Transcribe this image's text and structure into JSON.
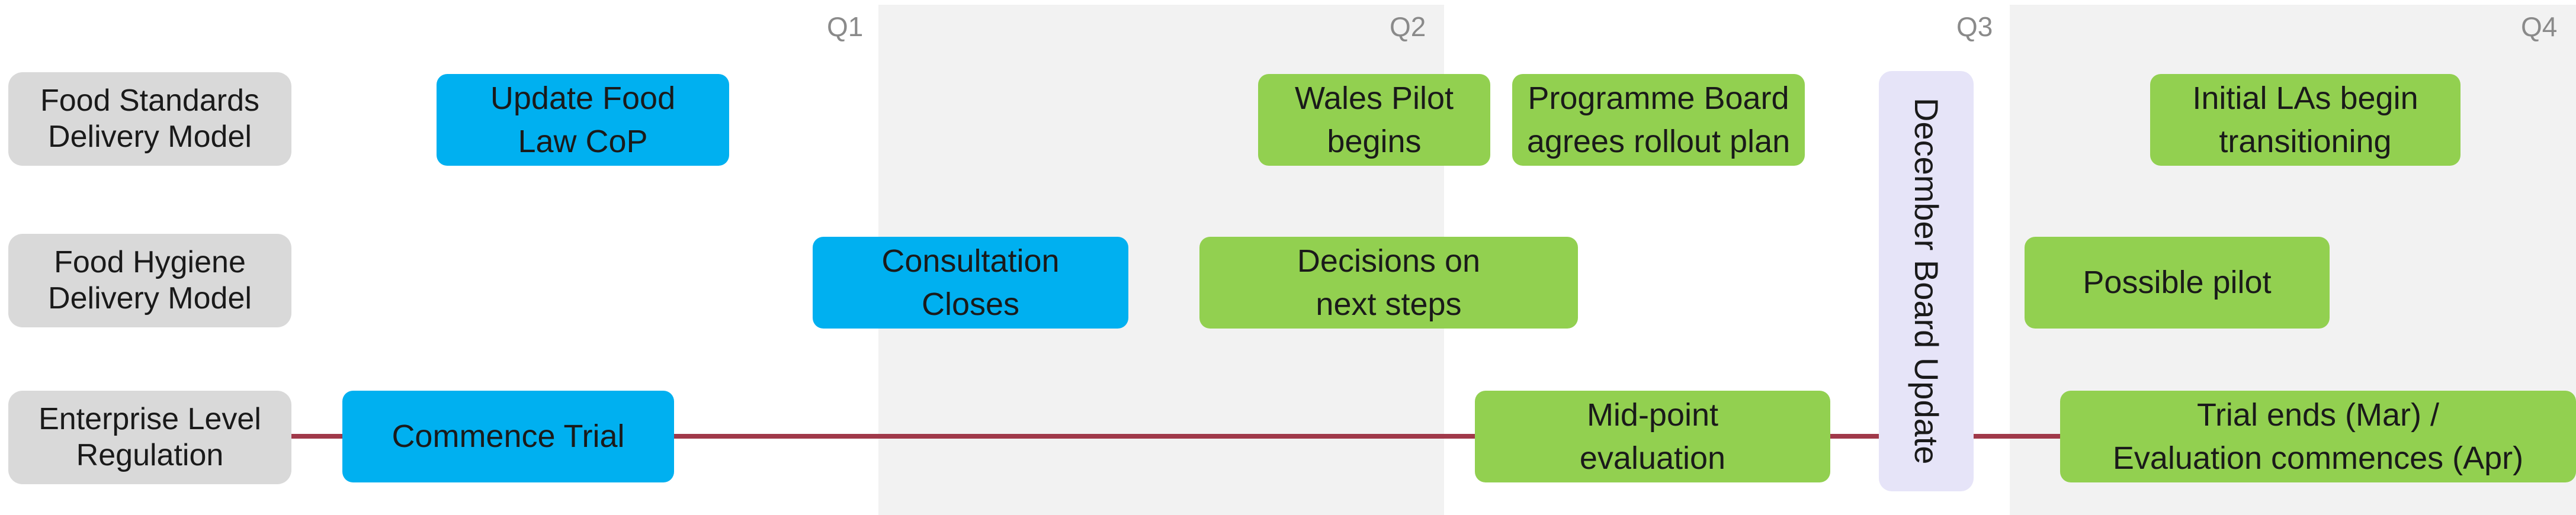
{
  "quarters": [
    "Q1",
    "Q2",
    "Q3",
    "Q4"
  ],
  "rows": [
    {
      "label": "Food Standards\nDelivery Model"
    },
    {
      "label": "Food Hygiene\nDelivery Model"
    },
    {
      "label": "Enterprise Level\nRegulation"
    }
  ],
  "events": {
    "update_food_law": "Update Food\nLaw CoP",
    "wales_pilot": "Wales Pilot\nbegins",
    "programme_board": "Programme Board\nagrees rollout plan",
    "initial_las": "Initial LAs begin\ntransitioning",
    "consultation_closes": "Consultation\nCloses",
    "decisions_next_steps": "Decisions on\nnext steps",
    "possible_pilot": "Possible pilot",
    "commence_trial": "Commence Trial",
    "mid_point": "Mid-point\nevaluation",
    "trial_ends": "Trial ends  (Mar) /\nEvaluation commences (Apr)"
  },
  "milestone": "December Board Update",
  "colors": {
    "quarter_band": "#f2f2f2",
    "row_label_bg": "#d9d9d9",
    "blue_event": "#00b0f0",
    "green_event": "#92d050",
    "timeline_line": "#a0394a",
    "milestone_bg": "#e6e4f8"
  }
}
